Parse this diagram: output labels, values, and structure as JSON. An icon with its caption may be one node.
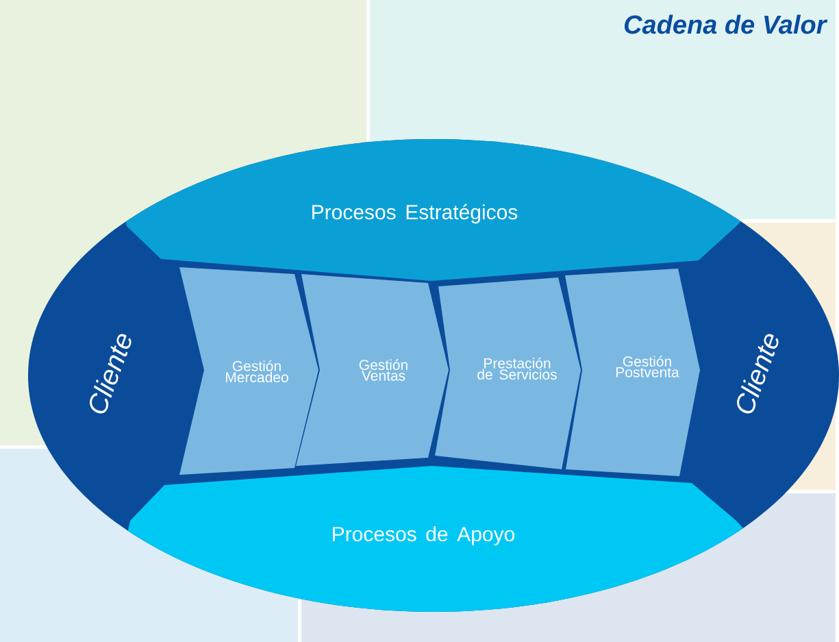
{
  "diagram": {
    "title": "Cadena de Valor",
    "nodes": [
      {
        "text": [
          "Procesos Estratégicos"
        ]
      },
      {
        "text": [
          "Cliente"
        ]
      },
      {
        "text": [
          "Gestión Mercadeo"
        ]
      },
      {
        "text": [
          "Gestión Ventas"
        ]
      },
      {
        "text": [
          "Prestación de Servicios"
        ]
      },
      {
        "text": [
          "Gestión Postventa"
        ]
      },
      {
        "text": [
          "Cliente"
        ]
      },
      {
        "text": [
          "Procesos de Apoyo"
        ]
      }
    ]
  }
}
